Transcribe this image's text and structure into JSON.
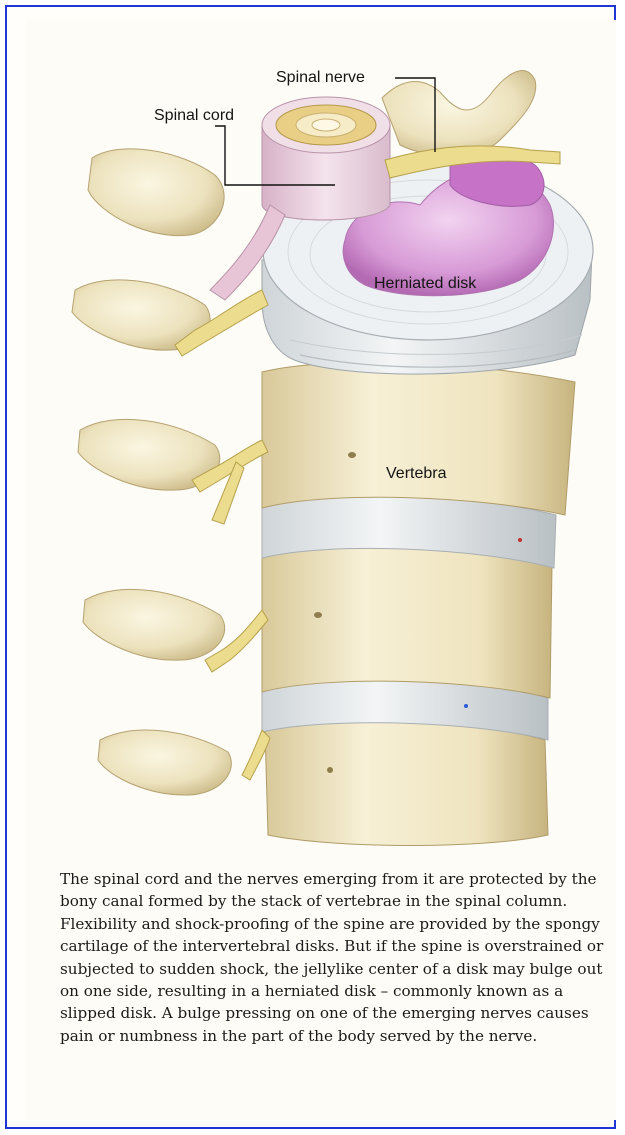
{
  "labels": {
    "spinal_nerve": "Spinal nerve",
    "spinal_cord": "Spinal cord",
    "herniated_disk": "Herniated disk",
    "vertebra": "Vertebra"
  },
  "caption": "The spinal cord and the nerves emerging from it are protected by the bony canal formed by the stack of vertebrae in the spinal column. Flexibility and shock-proofing of the spine are provided by the spongy cartilage of the intervertebral disks. But if the spine is overstrained or subjected to sudden shock, the jellylike center of a disk may bulge out on one side, resulting in a herniated disk – commonly known as a slipped disk. A bulge pressing on one of the emerging nerves causes pain or numbness in the part of the body served by the nerve.",
  "colors": {
    "frame": "#1f35d6",
    "bone": "#efe6c4",
    "bone_shadow": "#c9b98a",
    "disk": "#e8ecef",
    "nucleus": "#cf8fd0",
    "nerve": "#e9d98a",
    "cord": "#ecd3e2"
  }
}
